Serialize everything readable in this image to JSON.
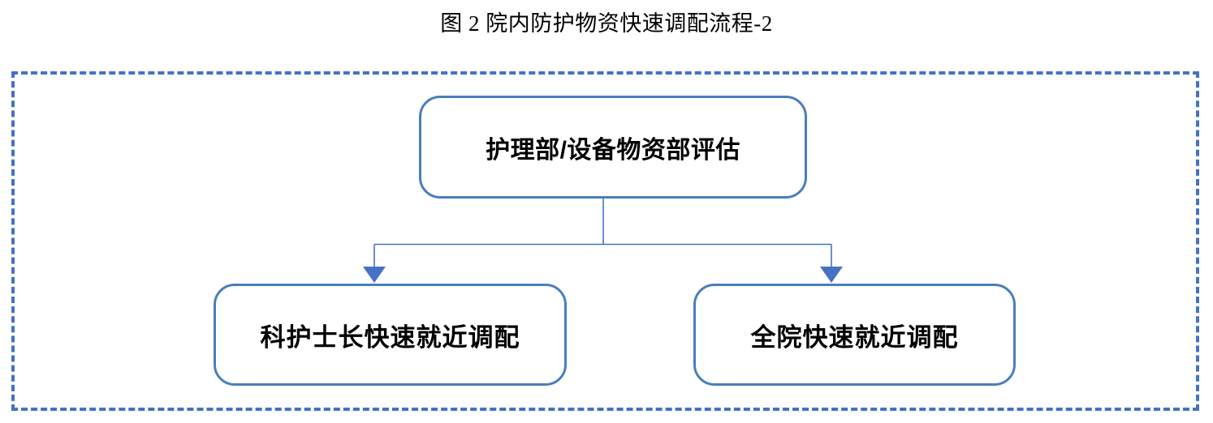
{
  "figure": {
    "title": "图 2 院内防护物资快速调配流程-2"
  },
  "diagram": {
    "type": "flowchart",
    "orientation": "top-down",
    "container": {
      "name": "dashed-group",
      "border_style": "dashed",
      "border_color": "#4472C4"
    },
    "node_border_color": "#4A7EBB",
    "connector_color": "#4472C4",
    "nodes": [
      {
        "id": "assessment",
        "label": "护理部/设备物资部评估",
        "level": 0
      },
      {
        "id": "dept-head",
        "label": "科护士长快速就近调配",
        "level": 1
      },
      {
        "id": "hospital-wide",
        "label": "全院快速就近调配",
        "level": 1
      }
    ],
    "edges": [
      {
        "from": "assessment",
        "to": "dept-head",
        "arrow": "down"
      },
      {
        "from": "assessment",
        "to": "hospital-wide",
        "arrow": "down"
      }
    ]
  }
}
